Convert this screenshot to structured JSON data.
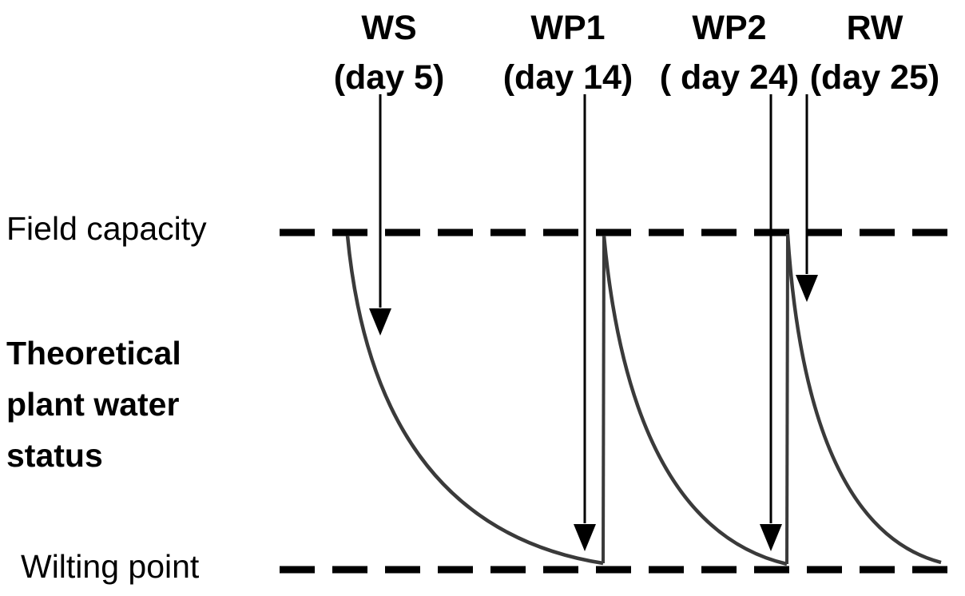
{
  "events": [
    {
      "id": "ws",
      "name": "WS",
      "day_label": "(day 5)"
    },
    {
      "id": "wp1",
      "name": "WP1",
      "day_label": "(day 14)"
    },
    {
      "id": "wp2",
      "name": "WP2",
      "day_label": "( day 24)"
    },
    {
      "id": "rw",
      "name": "RW",
      "day_label": "(day 25)"
    }
  ],
  "levels": {
    "field_capacity": "Field capacity",
    "wilting_point": "Wilting point"
  },
  "y_axis_title": [
    "Theoretical",
    "plant water",
    "status"
  ],
  "colors": {
    "curve": "#3a3a3a",
    "arrows": "#000000",
    "dashes": "#000000"
  }
}
